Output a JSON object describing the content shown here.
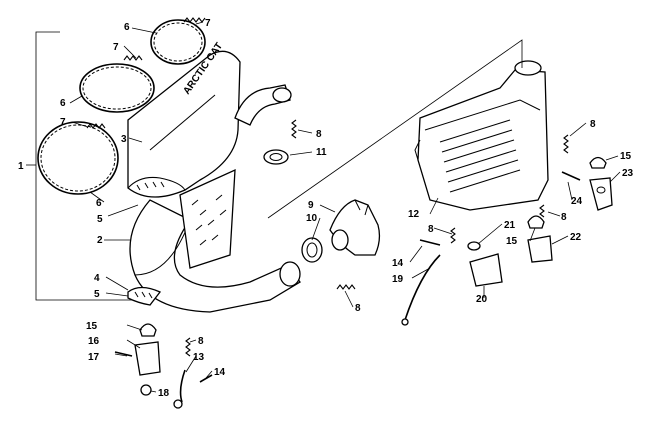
{
  "diagram": {
    "type": "exploded-parts-diagram",
    "callouts": {
      "c1": "1",
      "c2": "2",
      "c3": "3",
      "c4": "4",
      "c5a": "5",
      "c5b": "5",
      "c6a": "6",
      "c6b": "6",
      "c6c": "6",
      "c7a": "7",
      "c7b": "7",
      "c7c": "7",
      "c8a": "8",
      "c8b": "8",
      "c8c": "8",
      "c8d": "8",
      "c8e": "8",
      "c8f": "8",
      "c9": "9",
      "c10": "10",
      "c11": "11",
      "c12": "12",
      "c13": "13",
      "c14a": "14",
      "c14b": "14",
      "c15a": "15",
      "c15b": "15",
      "c15c": "15",
      "c16": "16",
      "c17": "17",
      "c18": "18",
      "c19": "19",
      "c20": "20",
      "c21": "21",
      "c22": "22",
      "c23": "23",
      "c24": "24"
    },
    "logo_text": "ARCTIC CAT"
  }
}
